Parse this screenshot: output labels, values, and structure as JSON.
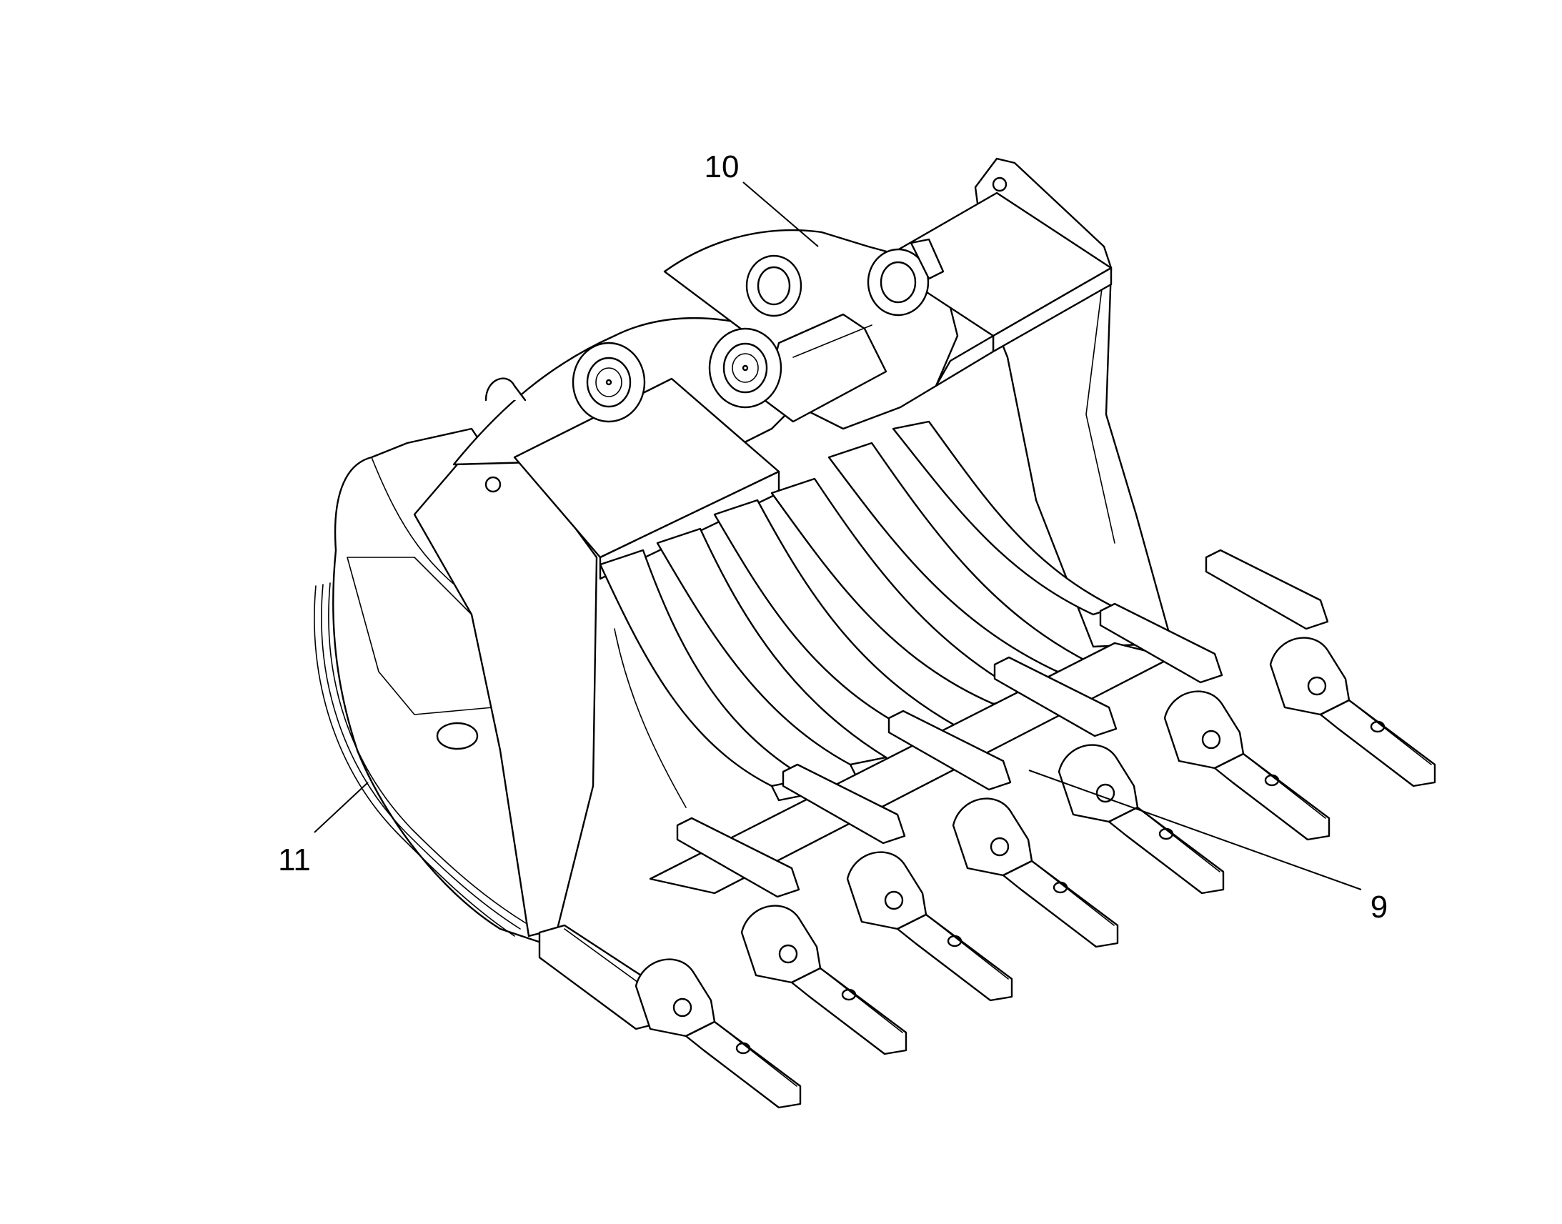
{
  "diagram": {
    "subject": "excavator-rock-bucket",
    "callouts": [
      {
        "id": "callout-10",
        "label": "10"
      },
      {
        "id": "callout-11",
        "label": "11"
      },
      {
        "id": "callout-9",
        "label": "9"
      }
    ],
    "tooth_count": 7
  }
}
